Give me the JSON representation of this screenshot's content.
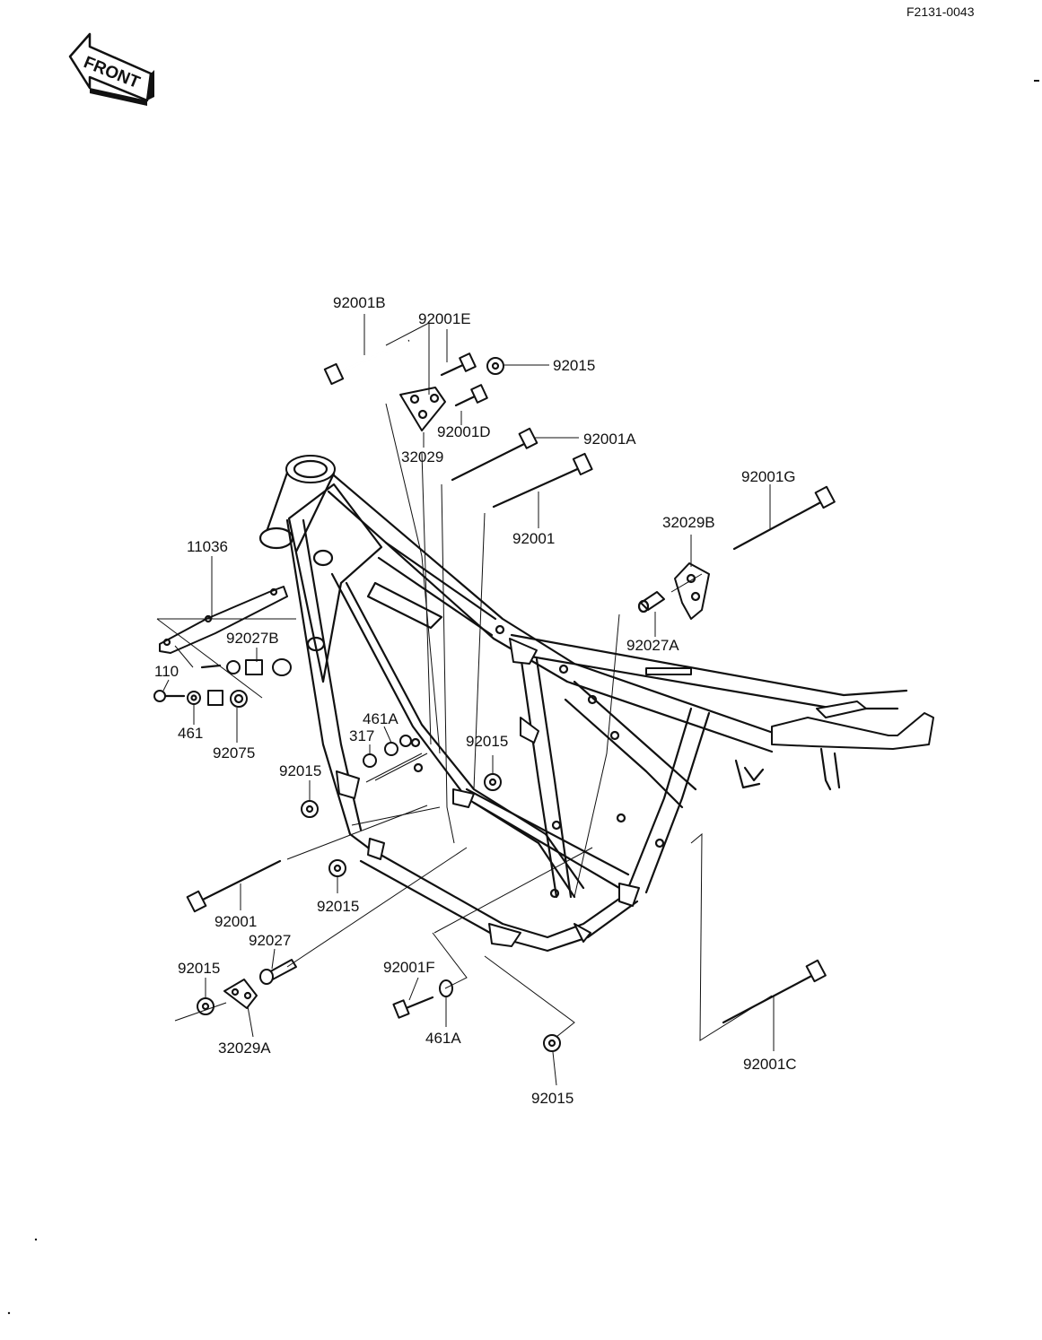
{
  "document": {
    "code": "F2131-0043",
    "front_label": "FRONT"
  },
  "callouts": {
    "92001B": "92001B",
    "92001E": "92001E",
    "92015_top": "92015",
    "92001D": "92001D",
    "32029": "32029",
    "92001A": "92001A",
    "92001_upper": "92001",
    "92001G": "92001G",
    "32029B": "32029B",
    "92027A": "92027A",
    "11036": "11036",
    "92027B": "92027B",
    "110": "110",
    "461": "461",
    "92075": "92075",
    "461A_mid": "461A",
    "317": "317",
    "92015_mid_right": "92015",
    "92015_mid_left": "92015",
    "92001_lower": "92001",
    "92015_lower": "92015",
    "92027": "92027",
    "92015_bottom_left": "92015",
    "32029A": "32029A",
    "92001F": "92001F",
    "461A_bottom": "461A",
    "92015_bottom": "92015",
    "92001C": "92001C"
  }
}
